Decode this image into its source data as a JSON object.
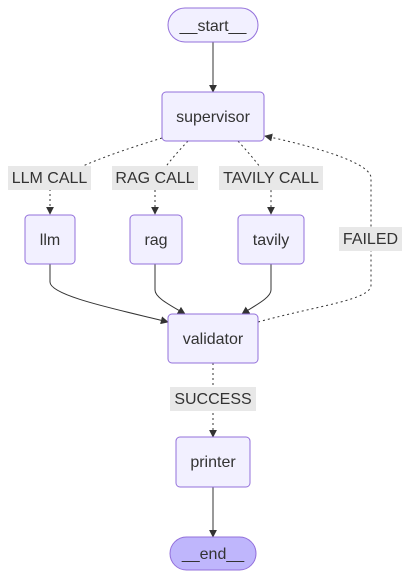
{
  "graph": {
    "nodes": {
      "start": {
        "label": "__start__",
        "kind": "terminal"
      },
      "supervisor": {
        "label": "supervisor",
        "kind": "step"
      },
      "llm": {
        "label": "llm",
        "kind": "step"
      },
      "rag": {
        "label": "rag",
        "kind": "step"
      },
      "tavily": {
        "label": "tavily",
        "kind": "step"
      },
      "validator": {
        "label": "validator",
        "kind": "step"
      },
      "printer": {
        "label": "printer",
        "kind": "step"
      },
      "end": {
        "label": "__end__",
        "kind": "terminal-end"
      }
    },
    "edges": {
      "start_supervisor": {
        "from": "__start__",
        "to": "supervisor",
        "style": "solid",
        "label": ""
      },
      "llm_call": {
        "from": "supervisor",
        "to": "llm",
        "style": "dotted",
        "label": "LLM CALL"
      },
      "rag_call": {
        "from": "supervisor",
        "to": "rag",
        "style": "dotted",
        "label": "RAG CALL"
      },
      "tavily_call": {
        "from": "supervisor",
        "to": "tavily",
        "style": "dotted",
        "label": "TAVILY CALL"
      },
      "llm_validator": {
        "from": "llm",
        "to": "validator",
        "style": "solid",
        "label": ""
      },
      "rag_validator": {
        "from": "rag",
        "to": "validator",
        "style": "solid",
        "label": ""
      },
      "tavily_validator": {
        "from": "tavily",
        "to": "validator",
        "style": "solid",
        "label": ""
      },
      "failed": {
        "from": "validator",
        "to": "supervisor",
        "style": "dotted",
        "label": "FAILED"
      },
      "success": {
        "from": "validator",
        "to": "printer",
        "style": "dotted",
        "label": "SUCCESS"
      },
      "printer_end": {
        "from": "printer",
        "to": "__end__",
        "style": "solid",
        "label": ""
      }
    }
  },
  "colors": {
    "node_fill": "#f2f0ff",
    "node_stroke": "#9370db",
    "end_fill": "#bfb6fc",
    "edge": "#333333",
    "edge_label_bg": "#e8e8e8",
    "text": "#333333"
  }
}
